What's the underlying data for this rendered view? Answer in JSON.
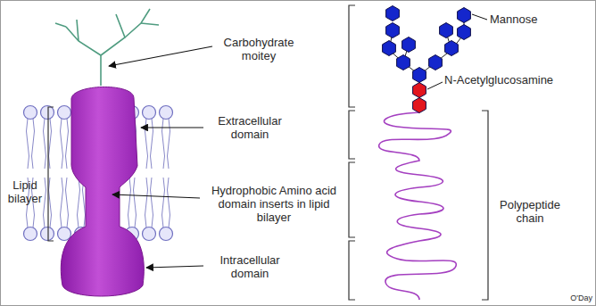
{
  "diagram": {
    "labels": [
      "Carbohydrate moitey",
      "Mannose",
      "N-Acetylglucosamine",
      "Extracellular domain",
      "Lipid bilayer",
      "Hydrophobic Amino acid domain inserts in lipid bilayer",
      "Polypeptide chain",
      "Intracellular domain",
      "O'Day"
    ]
  }
}
